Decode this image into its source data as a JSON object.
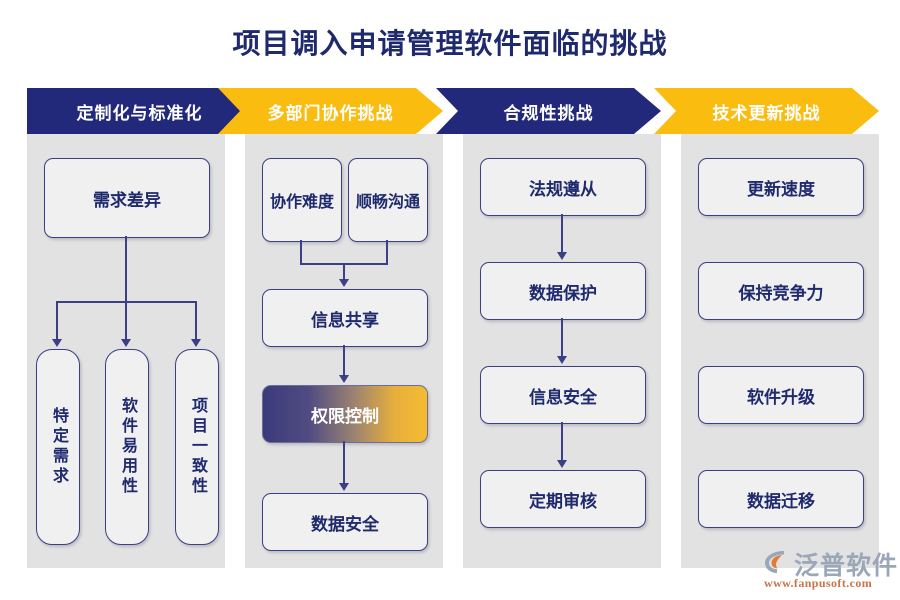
{
  "title": "项目调入申请管理软件面临的挑战",
  "colors": {
    "navy": "#22297B",
    "amber": "#FBBC10",
    "panel_gray": "#E2E2E2",
    "box_fill": "#F0F0F0",
    "box_border": "#3A3F86",
    "title_color": "#1F2A6E",
    "gradient_from": "#3B3A7A",
    "gradient_to": "#F5BC31"
  },
  "columns": [
    {
      "header": "定制化与标准化",
      "header_style": "navy",
      "boxes": {
        "top": "需求差异",
        "leaf1": "特定需求",
        "leaf2": "软件易用性",
        "leaf3": "项目一致性"
      }
    },
    {
      "header": "多部门协作挑战",
      "header_style": "amber",
      "boxes": {
        "left": "协作难度",
        "right": "顺畅沟通",
        "merge": "信息共享",
        "highlight": "权限控制",
        "bottom": "数据安全"
      }
    },
    {
      "header": "合规性挑战",
      "header_style": "navy",
      "boxes": {
        "b1": "法规遵从",
        "b2": "数据保护",
        "b3": "信息安全",
        "b4": "定期审核"
      }
    },
    {
      "header": "技术更新挑战",
      "header_style": "amber",
      "boxes": {
        "b1": "更新速度",
        "b2": "保持竞争力",
        "b3": "软件升级",
        "b4": "数据迁移"
      }
    }
  ],
  "logo": {
    "brand": "泛普软件",
    "url": "www.fanpusoft.com"
  }
}
